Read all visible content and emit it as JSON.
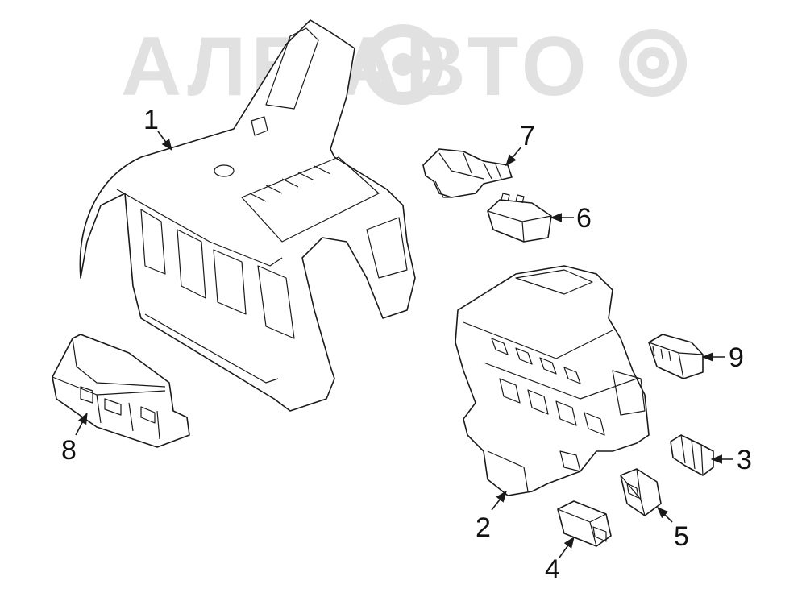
{
  "watermark": {
    "text": "АЛЕ  АВТО",
    "color": "#c9c9c9"
  },
  "colors": {
    "line": "#1a1a1a",
    "fill": "#ffffff"
  },
  "callouts": [
    {
      "id": "1",
      "label": "1"
    },
    {
      "id": "2",
      "label": "2"
    },
    {
      "id": "3",
      "label": "3"
    },
    {
      "id": "4",
      "label": "4"
    },
    {
      "id": "5",
      "label": "5"
    },
    {
      "id": "6",
      "label": "6"
    },
    {
      "id": "7",
      "label": "7"
    },
    {
      "id": "8",
      "label": "8"
    },
    {
      "id": "9",
      "label": "9"
    }
  ]
}
